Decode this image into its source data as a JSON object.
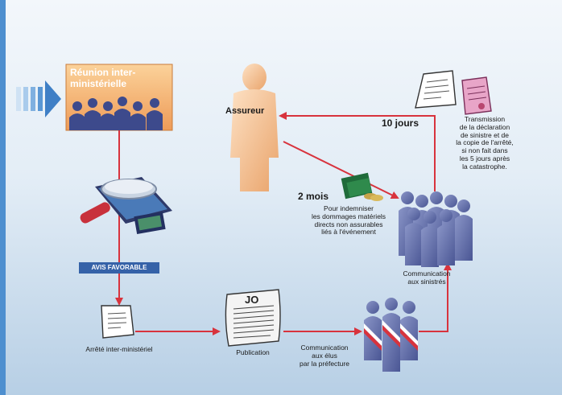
{
  "colors": {
    "background_top": "#f3f7fb",
    "background_bottom": "#b9d0e6",
    "left_bar": "#4e8fcf",
    "arrow": "#d8333d",
    "people": "#5d6aa8",
    "meeting_box": "#f2a65e",
    "badge_bg": "#3562a8"
  },
  "meeting": {
    "title": "Réunion inter-ministérielle"
  },
  "badge": {
    "label": "AVIS FAVORABLE"
  },
  "arrete": {
    "label": "Arrêté inter-ministériel"
  },
  "publication": {
    "label": "Publication",
    "doc_text": "JO"
  },
  "communication_elus": {
    "label_lines": [
      "Communication",
      "aux élus",
      "par la préfecture"
    ]
  },
  "communication_sinistres": {
    "label_lines": [
      "Communication",
      "aux sinistrés"
    ]
  },
  "assureur": {
    "label": "Assureur"
  },
  "delay_10": {
    "label": "10 jours"
  },
  "delay_2": {
    "label": "2 mois"
  },
  "indemnisation": {
    "lines": [
      "Pour indemniser",
      "les dommages matériels",
      "directs non assurables",
      "liés à l'événement"
    ]
  },
  "transmission": {
    "lines": [
      "Transmission",
      "de la déclaration",
      "de sinistre et de",
      "la copie de l'arrêté,",
      "si non fait dans",
      "les 5 jours après",
      "la catastrophe."
    ]
  }
}
